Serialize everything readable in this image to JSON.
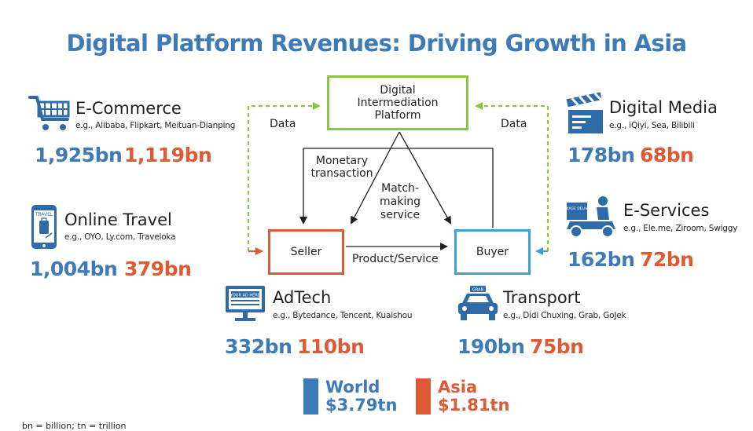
{
  "title": "Digital Platform Revenues: Driving Growth in Asia",
  "colors": {
    "world": "#3d7ab8",
    "asia": "#dd5a34",
    "platform_border": "#8cc640",
    "seller_border": "#dd5a34",
    "buyer_border": "#3d9fd6",
    "icon": "#2f6ba8"
  },
  "diagram": {
    "platform": "Digital Intermediation Platform",
    "seller": "Seller",
    "buyer": "Buyer",
    "data_left": "Data",
    "data_right": "Data",
    "monetary": "Monetary transaction",
    "matchmaking": "Match-making service",
    "product": "Product/Service"
  },
  "categories": {
    "ecommerce": {
      "icon": "shopping-cart-icon",
      "title": "E-Commerce",
      "examples": "e.g., Alibaba, Flipkart, Meituan-Dianping",
      "world": "1,925bn",
      "asia": "1,119bn"
    },
    "travel": {
      "icon": "travel-phone-icon",
      "title": "Online Travel",
      "examples": "e.g., OYO, Ly.com, Traveloka",
      "world": "1,004bn",
      "asia": "379bn"
    },
    "adtech": {
      "icon": "billboard-monitor-icon",
      "title": "AdTech",
      "examples": "e.g., Bytedance, Tencent, Kuaishou",
      "world": "332bn",
      "asia": "110bn",
      "icon_text": "YOUR AD HERE"
    },
    "media": {
      "icon": "clapperboard-icon",
      "title": "Digital Media",
      "examples": "e.g., iQiyi, Sea, Bilibili",
      "world": "178bn",
      "asia": "68bn"
    },
    "eservices": {
      "icon": "delivery-scooter-icon",
      "title": "E-Services",
      "examples": "e.g., Ele.me, Ziroom, Swiggy",
      "world": "162bn",
      "asia": "72bn",
      "icon_text": "PACKAGE DELIVERY"
    },
    "transport": {
      "icon": "taxi-car-icon",
      "title": "Transport",
      "examples": "e.g., Didi Chuxing, Grab, GoJek",
      "world": "190bn",
      "asia": "75bn",
      "icon_text": "GRAB"
    }
  },
  "legend": {
    "world_label": "World",
    "world_total": "$3.79tn",
    "asia_label": "Asia",
    "asia_total": "$1.81tn"
  },
  "footnote": "bn = billion; tn = trillion"
}
